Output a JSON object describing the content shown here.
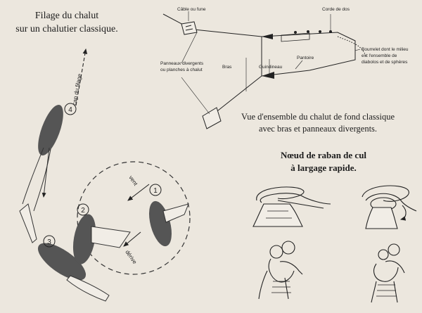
{
  "left_panel": {
    "title_line1": "Filage du chalut",
    "title_line2": "sur un chalutier classique.",
    "heading_label": "cap du filage",
    "wind_label": "vent",
    "drift_label": "dérive",
    "steps": [
      "1",
      "2",
      "3",
      "4"
    ]
  },
  "trawl_diagram": {
    "cable_label_line1": "Câble ou fune",
    "headline_label": "Corde de dos",
    "doors_label_line1": "Panneaux divergents",
    "doors_label_line2": "ou planches à chalut",
    "arms_label": "Bras",
    "guindineau_label": "Guindineau",
    "pantoire_label": "Pantoire",
    "bourrelet_line1": "Bourrelet dont le milieu",
    "bourrelet_line2": "est l'ensemble de",
    "bourrelet_line3": "diabolos et de sphères",
    "caption_line1": "Vue d'ensemble du chalut de fond classique",
    "caption_line2": "avec bras et panneaux divergents."
  },
  "knot_panel": {
    "title_line1": "Nœud de raban de cul",
    "title_line2": "à largage rapide."
  }
}
